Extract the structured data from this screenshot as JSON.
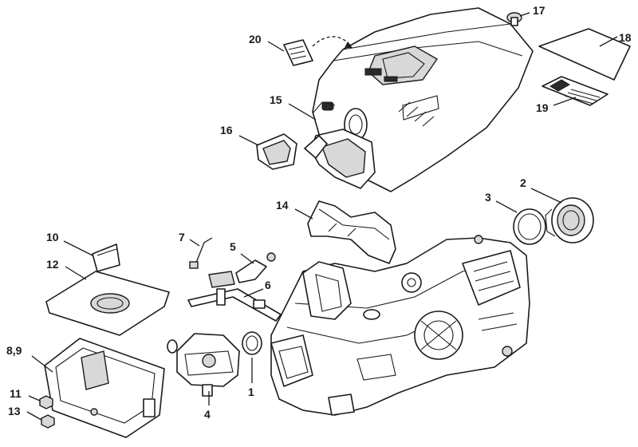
{
  "callouts": [
    {
      "id": "p1",
      "label": "1"
    },
    {
      "id": "p2",
      "label": "2"
    },
    {
      "id": "p3",
      "label": "3"
    },
    {
      "id": "p4",
      "label": "4"
    },
    {
      "id": "p5",
      "label": "5"
    },
    {
      "id": "p6",
      "label": "6"
    },
    {
      "id": "p7",
      "label": "7"
    },
    {
      "id": "p8_9",
      "label": "8,9"
    },
    {
      "id": "p10",
      "label": "10"
    },
    {
      "id": "p11",
      "label": "11"
    },
    {
      "id": "p12",
      "label": "12"
    },
    {
      "id": "p13",
      "label": "13"
    },
    {
      "id": "p14",
      "label": "14"
    },
    {
      "id": "p15",
      "label": "15"
    },
    {
      "id": "p16",
      "label": "16"
    },
    {
      "id": "p17",
      "label": "17"
    },
    {
      "id": "p18",
      "label": "18"
    },
    {
      "id": "p19",
      "label": "19"
    },
    {
      "id": "p20",
      "label": "20"
    }
  ]
}
